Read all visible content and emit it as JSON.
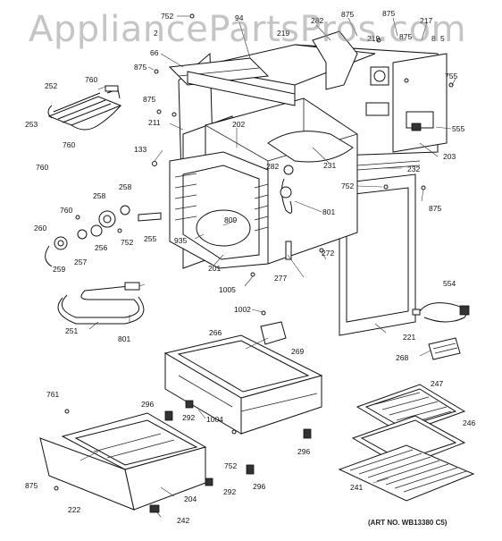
{
  "watermark": "AppliancePartsPros.com",
  "art_no": "(ART NO. WB13380 C5)",
  "callouts": [
    "752",
    "94",
    "282",
    "875",
    "875",
    "217",
    "2",
    "219",
    "219",
    "875",
    "66",
    "8",
    "5",
    "760",
    "875",
    "252",
    "755",
    "875",
    "211",
    "202",
    "555",
    "253",
    "760",
    "133",
    "203",
    "760",
    "282",
    "231",
    "232",
    "752",
    "258",
    "258",
    "875",
    "760",
    "801",
    "809",
    "260",
    "256",
    "752",
    "255",
    "935",
    "272",
    "259",
    "257",
    "201",
    "277",
    "1005",
    "554",
    "251",
    "801",
    "1002",
    "266",
    "269",
    "221",
    "268",
    "761",
    "296",
    "292",
    "1004",
    "247",
    "246",
    "875",
    "752",
    "296",
    "222",
    "204",
    "292",
    "296",
    "241",
    "242"
  ]
}
